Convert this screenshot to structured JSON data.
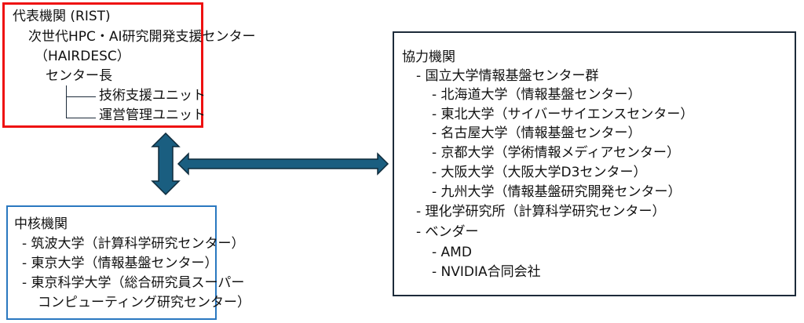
{
  "representative": {
    "title": "代表機関 (RIST)",
    "center": "次世代HPC・AI研究開発支援センター",
    "center_abbr": "（HAIRDESC）",
    "director": "センター長",
    "units": [
      "技術支援ユニット",
      "運営管理ユニット"
    ]
  },
  "core": {
    "title": "中核機関",
    "items": [
      "- 筑波大学（計算科学研究センター）",
      "- 東京大学（情報基盤センター）",
      "- 東京科学大学（総合研究員スーパー",
      "コンピューティング研究センター）"
    ]
  },
  "cooperating": {
    "title": "協力機関",
    "lines": [
      "- 国立大学情報基盤センター群",
      "- 北海道大学（情報基盤センター）",
      "- 東北大学（サイバーサイエンスセンター）",
      "- 名古屋大学（情報基盤センター）",
      "- 京都大学（学術情報メディアセンター）",
      "- 大阪大学（大阪大学D3センター）",
      "- 九州大学（情報基盤研究開発センター）",
      "- 理化学研究所（計算科学研究センター）",
      "- ベンダー",
      "- AMD",
      "- NVIDIA合同会社"
    ]
  },
  "colors": {
    "arrow": "#1a5e80",
    "arrow_outline": "#0e2a3a",
    "rep_border": "#ee1111",
    "core_border": "#2a78c0",
    "coop_border": "#1d2b3a"
  }
}
